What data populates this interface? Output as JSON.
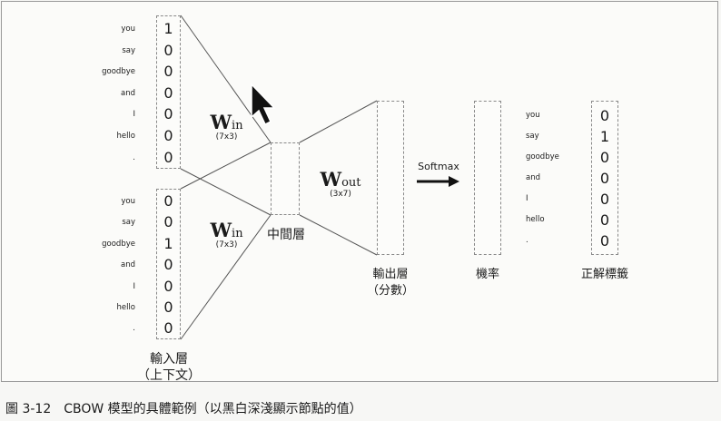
{
  "context_words": [
    "you",
    "say",
    "goodbye",
    "and",
    "I",
    "hello",
    "."
  ],
  "input_vector_1": [
    "1",
    "0",
    "0",
    "0",
    "0",
    "0",
    "0"
  ],
  "input_vector_2": [
    "0",
    "0",
    "1",
    "0",
    "0",
    "0",
    "0"
  ],
  "input_label": "輸入層",
  "input_sublabel": "（上下文）",
  "w_in": {
    "symbol": "W",
    "sub": "in",
    "dim": "(7x3)"
  },
  "w_out": {
    "symbol": "W",
    "sub": "out",
    "dim": "(3x7)"
  },
  "hidden_label": "中間層",
  "hidden_shades": [
    "#d0d0d0",
    "#8a8a8a",
    "#4a4a4a"
  ],
  "output_label": "輸出層",
  "output_sublabel": "（分數）",
  "output_shades": [
    "#e2e2e2",
    "#3a3a3a",
    "#a8a8a8",
    "#ffffff",
    "#d2d2d2",
    "#bdbdbd",
    "#6e6e6e"
  ],
  "softmax_label": "Softmax",
  "prob_label": "機率",
  "prob_shades": [
    "#ffffff",
    "#1a1a1a",
    "#ffffff",
    "#ffffff",
    "#ffffff",
    "#ffffff",
    "#dcdcdc"
  ],
  "target_words": [
    "you",
    "say",
    "goodbye",
    "and",
    "I",
    "hello",
    "."
  ],
  "target_vector": [
    "0",
    "1",
    "0",
    "0",
    "0",
    "0",
    "0"
  ],
  "target_label": "正解標籤",
  "caption": "圖 3-12　CBOW 模型的具體範例（以黑白深淺顯示節點的值）"
}
